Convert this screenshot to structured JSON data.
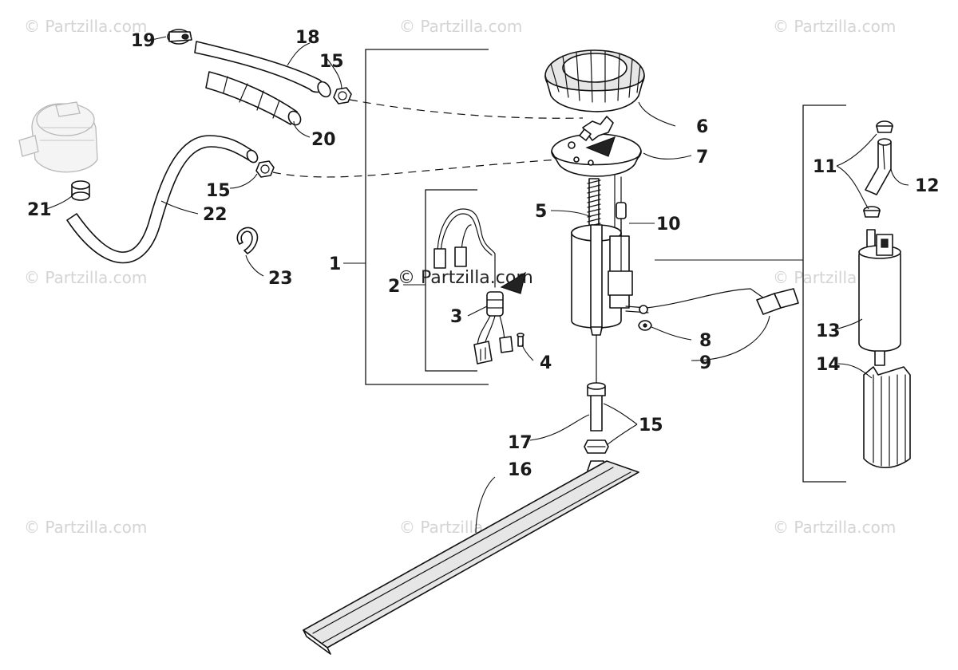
{
  "watermarks": {
    "text": "© Partzilla.com"
  },
  "callouts": {
    "n1": "1",
    "n2": "2",
    "n3": "3",
    "n4": "4",
    "n5": "5",
    "n6": "6",
    "n7": "7",
    "n8": "8",
    "n9": "9",
    "n10": "10",
    "n11": "11",
    "n12": "12",
    "n13": "13",
    "n14": "14",
    "n15_top": "15",
    "n15_mid": "15",
    "n15_bottom": "15",
    "n16": "16",
    "n17": "17",
    "n18": "18",
    "n19": "19",
    "n20": "20",
    "n21": "21",
    "n22": "22",
    "n23": "23"
  },
  "colors": {
    "line": "#111111",
    "watermark": "#d4d4d4",
    "background": "#ffffff"
  }
}
